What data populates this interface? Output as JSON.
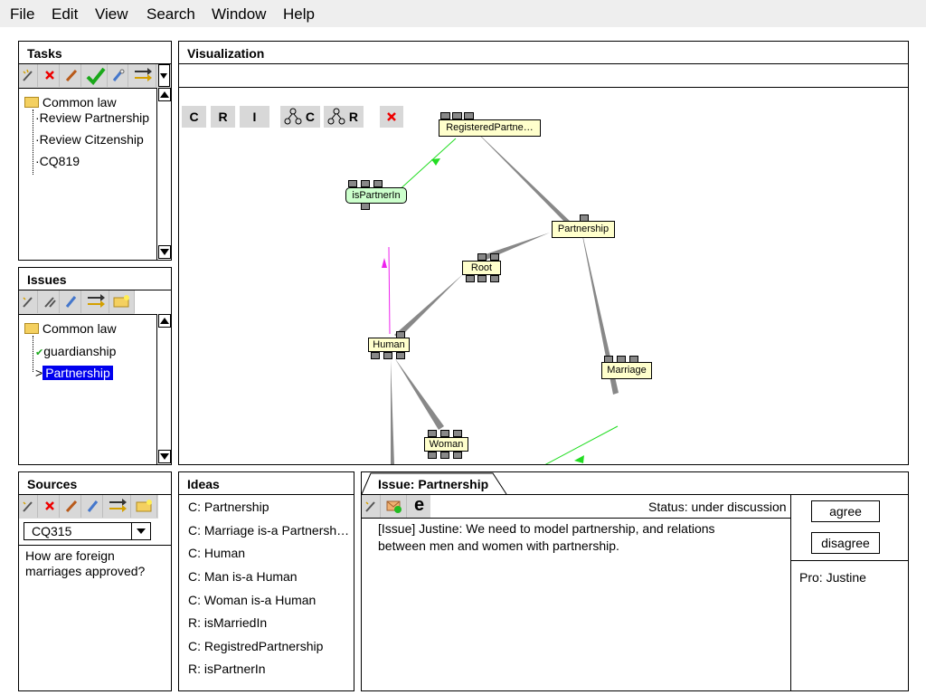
{
  "menu": [
    "File",
    "Edit",
    "View",
    "Search",
    "Window",
    "Help"
  ],
  "tasks": {
    "title": "Tasks",
    "tree": {
      "root": "Common law",
      "children": [
        "Review Partnership",
        "Review Citzenship",
        "CQ819"
      ]
    }
  },
  "issues": {
    "title": "Issues",
    "tree": {
      "root": "Common law",
      "children": [
        "guardianship",
        "Partnership"
      ]
    }
  },
  "sources": {
    "title": "Sources",
    "selected": "CQ315",
    "question": "How are foreign marriages approved?"
  },
  "visualization": {
    "title": "Visualization",
    "buttons": [
      "C",
      "R",
      "I",
      "C",
      "R"
    ],
    "nodes": {
      "registered": "RegisteredPartne…",
      "ispartnerin": "isPartnerIn",
      "partnership": "Partnership",
      "root": "Root",
      "human": "Human",
      "marriage": "Marriage",
      "woman": "Woman"
    }
  },
  "ideas": {
    "title": "Ideas",
    "items": [
      "C: Partnership",
      "C: Marriage is-a Partnersh…",
      "C: Human",
      "C: Man is-a Human",
      "C: Woman is-a Human",
      "R: isMarriedIn",
      "C: RegistredPartnership",
      "R: isPartnerIn"
    ]
  },
  "issue_detail": {
    "tab": "Issue: Partnership",
    "status": "Status: under discussion",
    "text_line1": "[Issue] Justine: We need to model partnership, and relations",
    "text_line2": "between men and women with partnership.",
    "agree": "agree",
    "disagree": "disagree",
    "pro": "Pro: Justine"
  },
  "colors": {
    "selection": "#0000ee",
    "toolbar": "#d8d8d8",
    "node_fill": "#ffffcc",
    "relation_fill": "#ccffcc",
    "edge_green": "#22dd22",
    "edge_magenta": "#ee22ee"
  }
}
